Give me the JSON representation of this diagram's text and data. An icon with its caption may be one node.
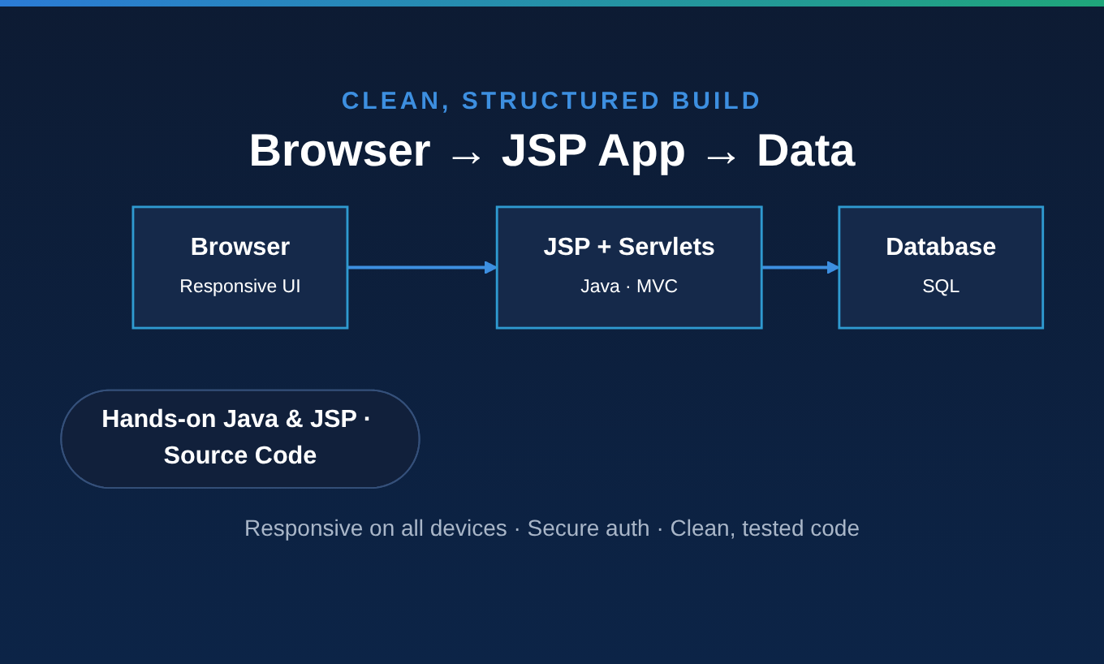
{
  "diagram": {
    "title": "Browser → JSP App → Data",
    "nodes": [
      {
        "text": [
          "Browser",
          "Responsive UI"
        ]
      },
      {
        "text": [
          "JSP + Servlets",
          "Java · MVC"
        ]
      },
      {
        "text": [
          "Database",
          "SQL"
        ]
      },
      {
        "text": [
          "Hands-on Java & JSP · Source Code"
        ]
      }
    ],
    "edges": [
      {
        "from": 0,
        "to": 1,
        "arrow": "to"
      },
      {
        "from": 1,
        "to": 2,
        "arrow": "to"
      }
    ],
    "labels": [
      "CLEAN, STRUCTURED BUILD",
      "Responsive on all devices · Secure auth · Clean, tested code"
    ]
  }
}
